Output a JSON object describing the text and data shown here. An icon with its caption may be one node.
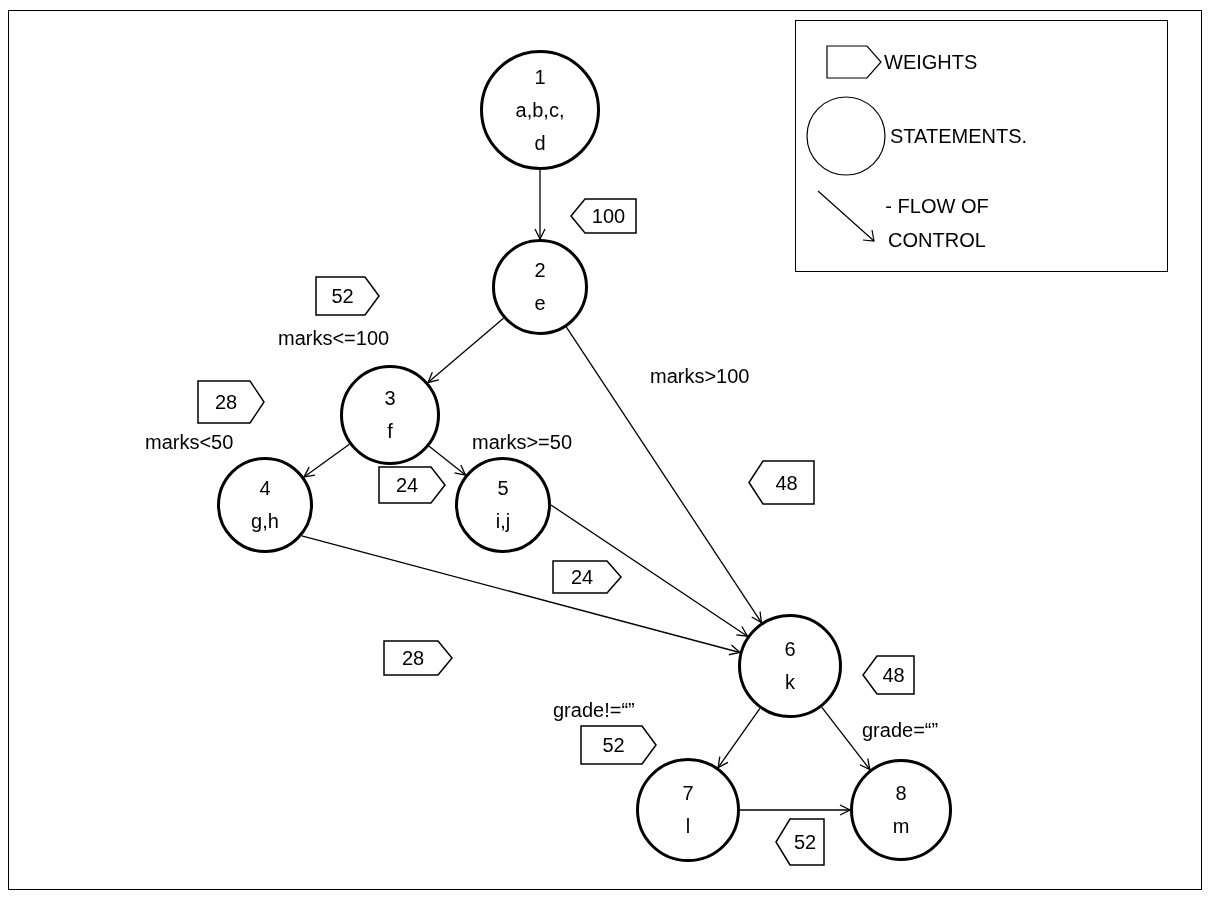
{
  "diagram": {
    "nodes": [
      {
        "text": [
          "1",
          "a,b,c, d"
        ]
      },
      {
        "text": [
          "2",
          "e"
        ]
      },
      {
        "text": [
          "3",
          "f"
        ]
      },
      {
        "text": [
          "4",
          "g,h"
        ]
      },
      {
        "text": [
          "5",
          "i,j"
        ]
      },
      {
        "text": [
          "6",
          "k"
        ]
      },
      {
        "text": [
          "7",
          "l"
        ]
      },
      {
        "text": [
          "8",
          "m"
        ]
      },
      {
        "text": [
          "100"
        ]
      },
      {
        "text": [
          "52"
        ]
      },
      {
        "text": [
          "28"
        ]
      },
      {
        "text": [
          "24"
        ]
      },
      {
        "text": [
          "48"
        ]
      },
      {
        "text": [
          "24"
        ]
      },
      {
        "text": [
          "28"
        ]
      },
      {
        "text": [
          "48"
        ]
      },
      {
        "text": [
          "52"
        ]
      },
      {
        "text": [
          "52"
        ]
      }
    ],
    "edges": [
      {
        "from": 0,
        "to": 1,
        "arrow": "to"
      },
      {
        "from": 1,
        "to": 2,
        "arrow": "to",
        "label": "marks<=100"
      },
      {
        "from": 1,
        "to": 5,
        "arrow": "to",
        "label": "marks>100"
      },
      {
        "from": 2,
        "to": 3,
        "arrow": "to",
        "label": "marks<50"
      },
      {
        "from": 2,
        "to": 4,
        "arrow": "to",
        "label": "marks>=50"
      },
      {
        "from": 4,
        "to": 5,
        "arrow": "to"
      },
      {
        "from": 3,
        "to": 5,
        "arrow": "to"
      },
      {
        "from": 5,
        "to": 6,
        "arrow": "to",
        "label": "grade!=“”"
      },
      {
        "from": 5,
        "to": 7,
        "arrow": "to",
        "label": "grade=“”"
      },
      {
        "from": 6,
        "to": 7,
        "arrow": "to"
      }
    ],
    "legend": [
      {
        "text": "WEIGHTS"
      },
      {
        "text": "STATEMENTS."
      },
      {
        "text": "- FLOW OF CONTROL"
      }
    ]
  }
}
